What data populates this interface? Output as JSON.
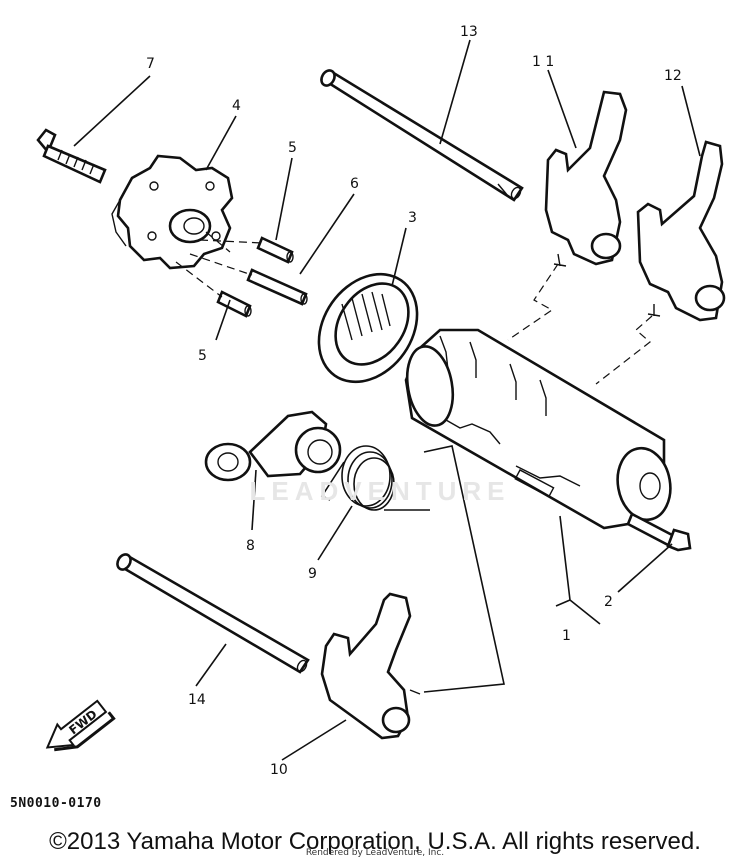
{
  "callouts": [
    {
      "id": "1",
      "label": "1"
    },
    {
      "id": "2",
      "label": "2"
    },
    {
      "id": "3",
      "label": "3"
    },
    {
      "id": "4",
      "label": "4"
    },
    {
      "id": "5a",
      "label": "5"
    },
    {
      "id": "5b",
      "label": "5"
    },
    {
      "id": "6",
      "label": "6"
    },
    {
      "id": "7",
      "label": "7"
    },
    {
      "id": "8",
      "label": "8"
    },
    {
      "id": "9",
      "label": "9"
    },
    {
      "id": "10",
      "label": "10"
    },
    {
      "id": "11",
      "label": "1 1"
    },
    {
      "id": "12",
      "label": "12"
    },
    {
      "id": "13",
      "label": "13"
    },
    {
      "id": "14",
      "label": "14"
    }
  ],
  "fwd_label": "FWD",
  "part_code": "5N0010-0170",
  "watermark": "LEADVENTURE",
  "copyright": "©2013 Yamaha Motor Corporation, U.S.A. All rights reserved.",
  "rendered_by": "Rendered by LeadVenture, Inc."
}
